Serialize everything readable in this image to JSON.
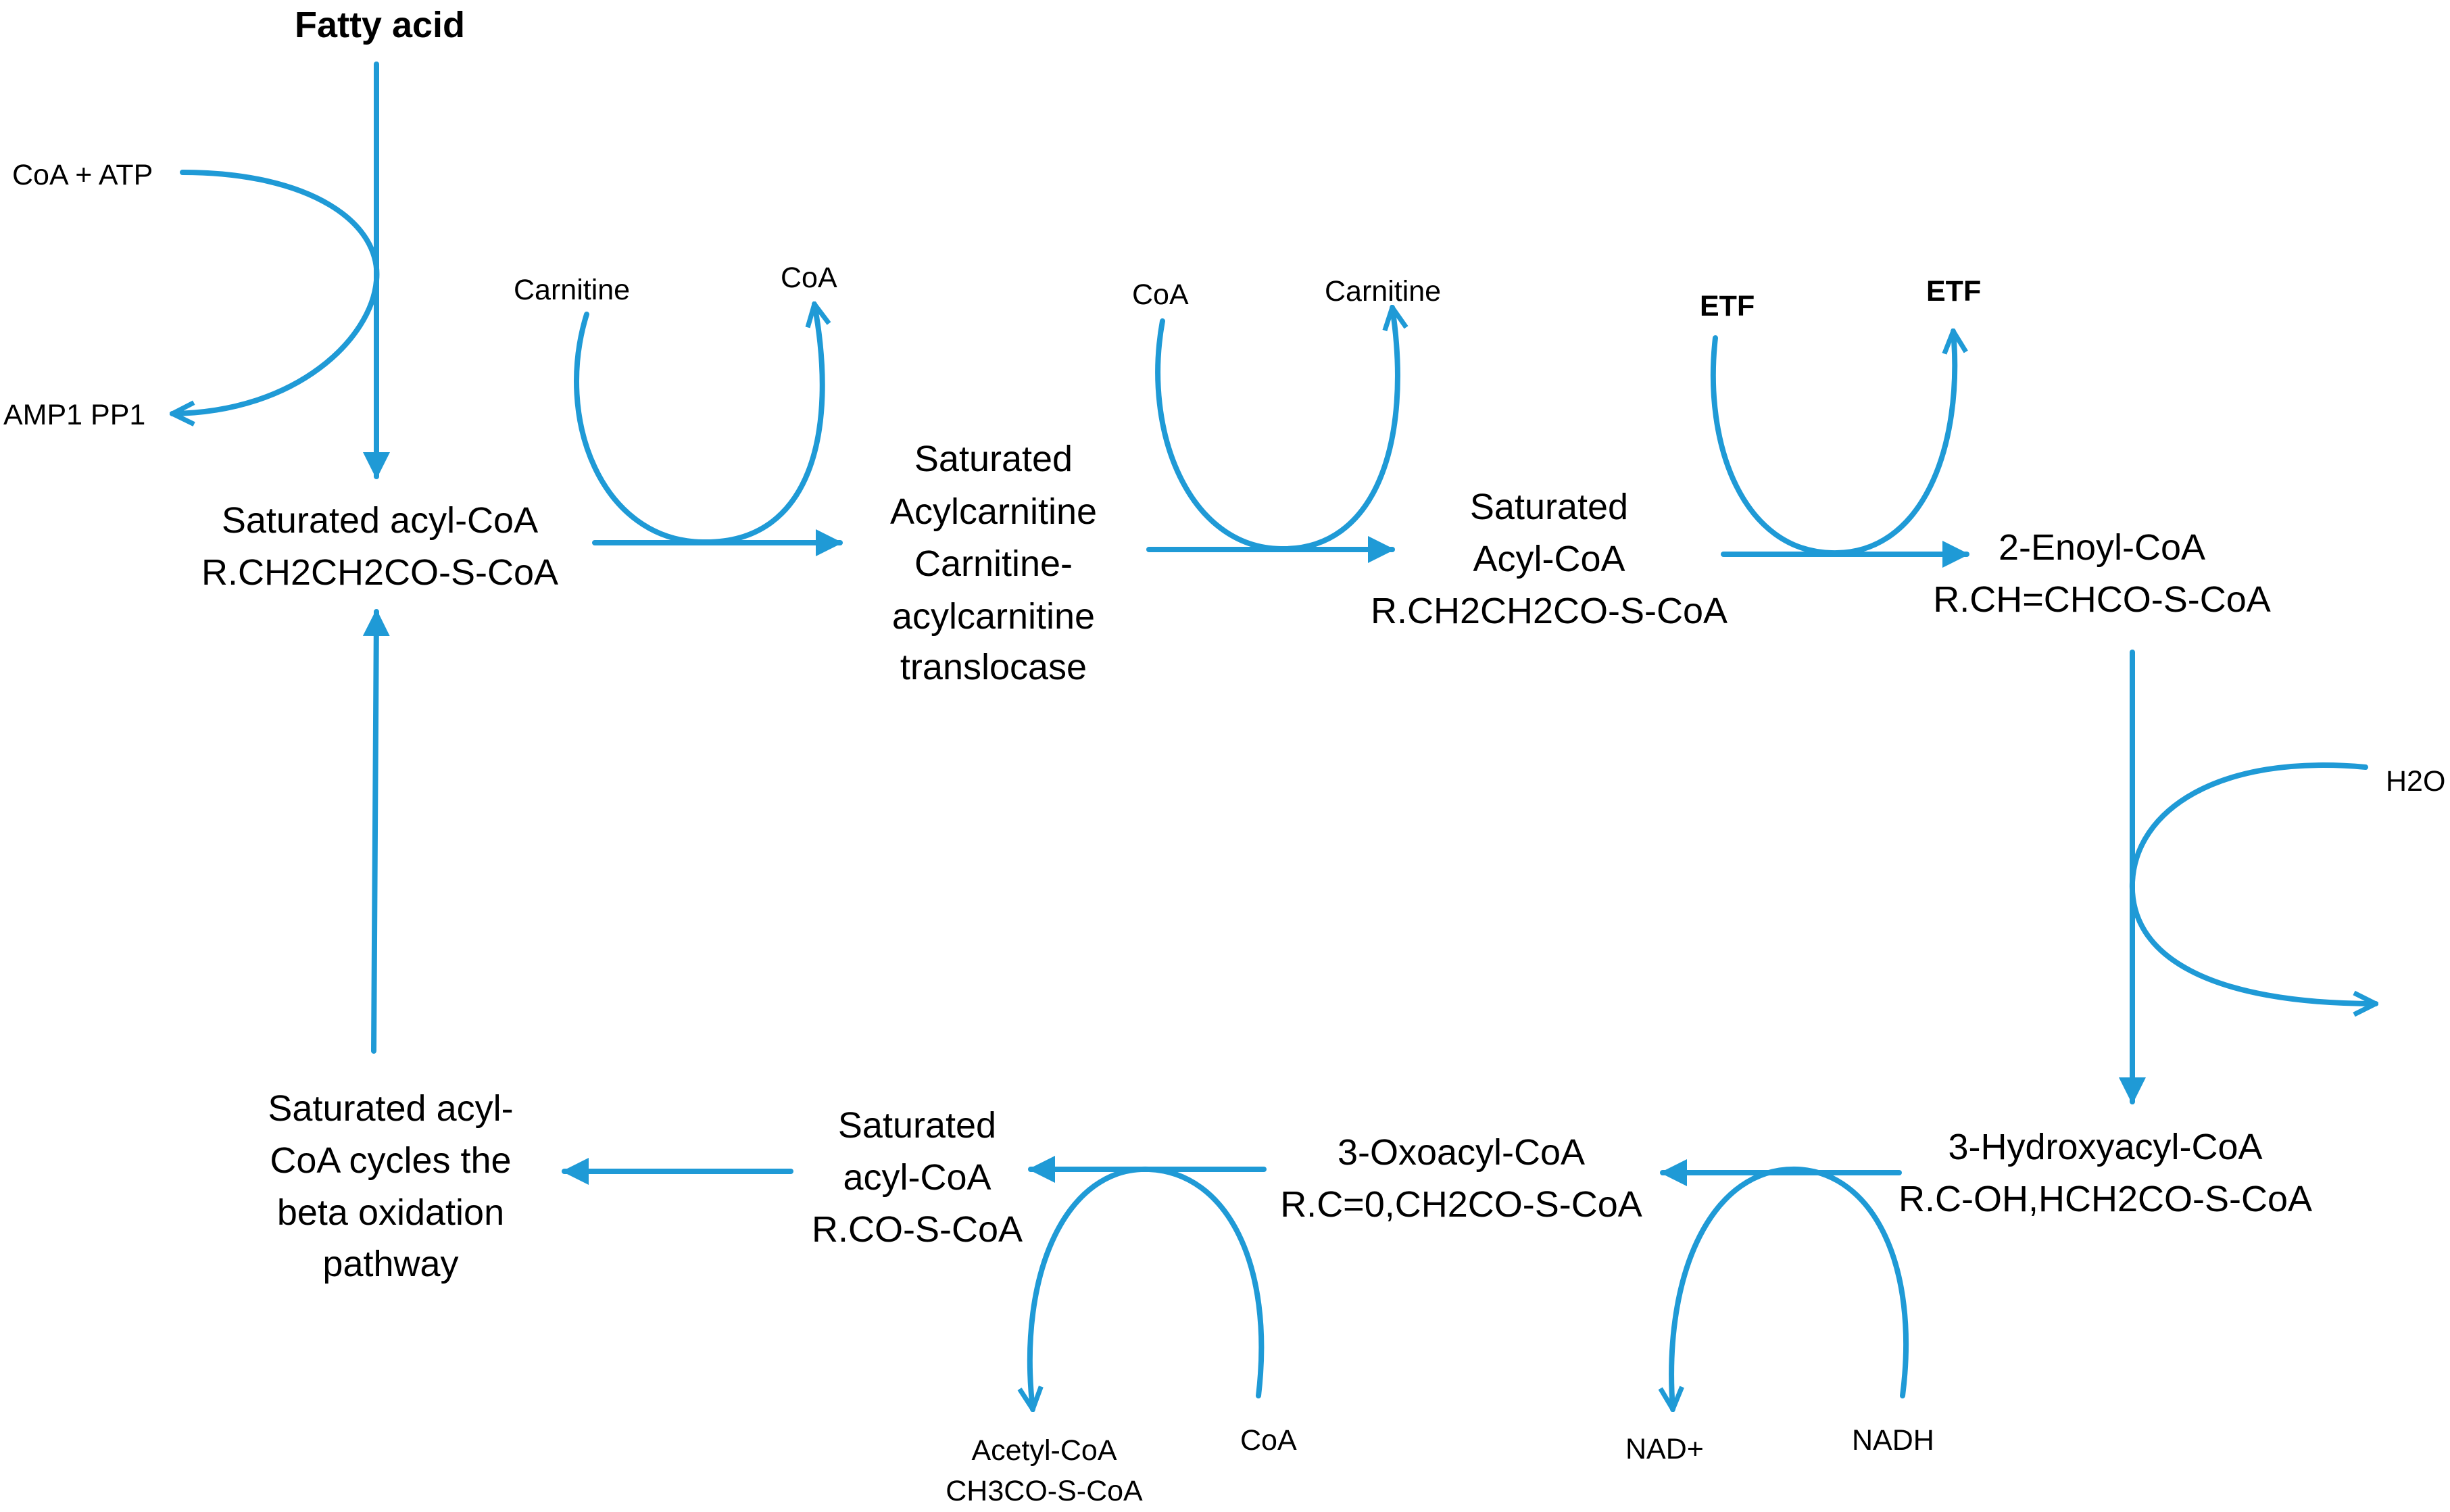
{
  "colors": {
    "arrow": "#1f9ad6",
    "text": "#000000",
    "background": "#ffffff"
  },
  "top_left": {
    "fatty_acid": "Fatty acid",
    "coa_atp": "CoA + ATP",
    "amp_pp": "AMP1 PP1",
    "sat_acyl_coa_line1": "Saturated acyl-CoA",
    "sat_acyl_coa_line2": "R.CH2CH2CO-S-CoA"
  },
  "step_carnitine_in": {
    "input": "Carnitine",
    "output": "CoA"
  },
  "acylcarnitine": {
    "line1": "Saturated",
    "line2": "Acylcarnitine",
    "line3": "Carnitine-",
    "line4": "acylcarnitine",
    "line5": "translocase"
  },
  "step_carnitine_out": {
    "input": "CoA",
    "output": "Carnitine"
  },
  "sat_acyl_coa_mito": {
    "line1": "Saturated",
    "line2": "Acyl-CoA",
    "line3": "R.CH2CH2CO-S-CoA"
  },
  "step_etf": {
    "input": "ETF",
    "output": "ETF"
  },
  "enoyl_coa": {
    "line1": "2-Enoyl-CoA",
    "line2": "R.CH=CHCO-S-CoA"
  },
  "step_water": {
    "input": "H2O"
  },
  "hydroxyacyl_coa": {
    "line1": "3-Hydroxyacyl-CoA",
    "line2": "R.C-OH,HCH2CO-S-CoA"
  },
  "step_nad": {
    "input": "NADH",
    "output": "NAD+"
  },
  "oxoacyl_coa": {
    "line1": "3-Oxoacyl-CoA",
    "line2": "R.C=0,CH2CO-S-CoA"
  },
  "step_thiolase": {
    "input": "CoA",
    "output_line1": "Acetyl-CoA",
    "output_line2": "CH3CO-S-CoA"
  },
  "sat_acyl_coa_short": {
    "line1": "Saturated",
    "line2": "acyl-CoA",
    "line3": "R.CO-S-CoA"
  },
  "cycle_note": {
    "line1": "Saturated acyl-",
    "line2": "CoA cycles the",
    "line3": "beta oxidation",
    "line4": "pathway"
  }
}
